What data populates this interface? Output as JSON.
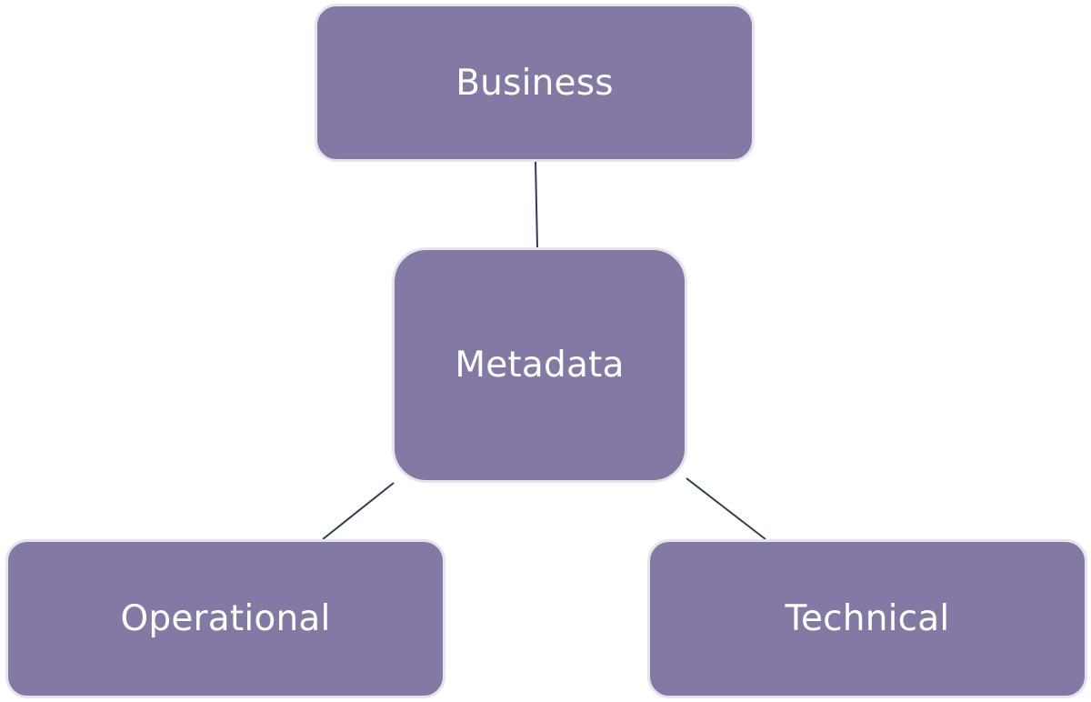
{
  "diagram": {
    "fill_color": "#8478a4",
    "border_color": "#e6e3ec",
    "line_color": "#2f3e52",
    "center": {
      "label": "Metadata"
    },
    "nodes": [
      {
        "id": "business",
        "label": "Business"
      },
      {
        "id": "operational",
        "label": "Operational"
      },
      {
        "id": "technical",
        "label": "Technical"
      }
    ],
    "edges": [
      {
        "from": "business",
        "to": "metadata"
      },
      {
        "from": "metadata",
        "to": "operational"
      },
      {
        "from": "metadata",
        "to": "technical"
      }
    ]
  }
}
